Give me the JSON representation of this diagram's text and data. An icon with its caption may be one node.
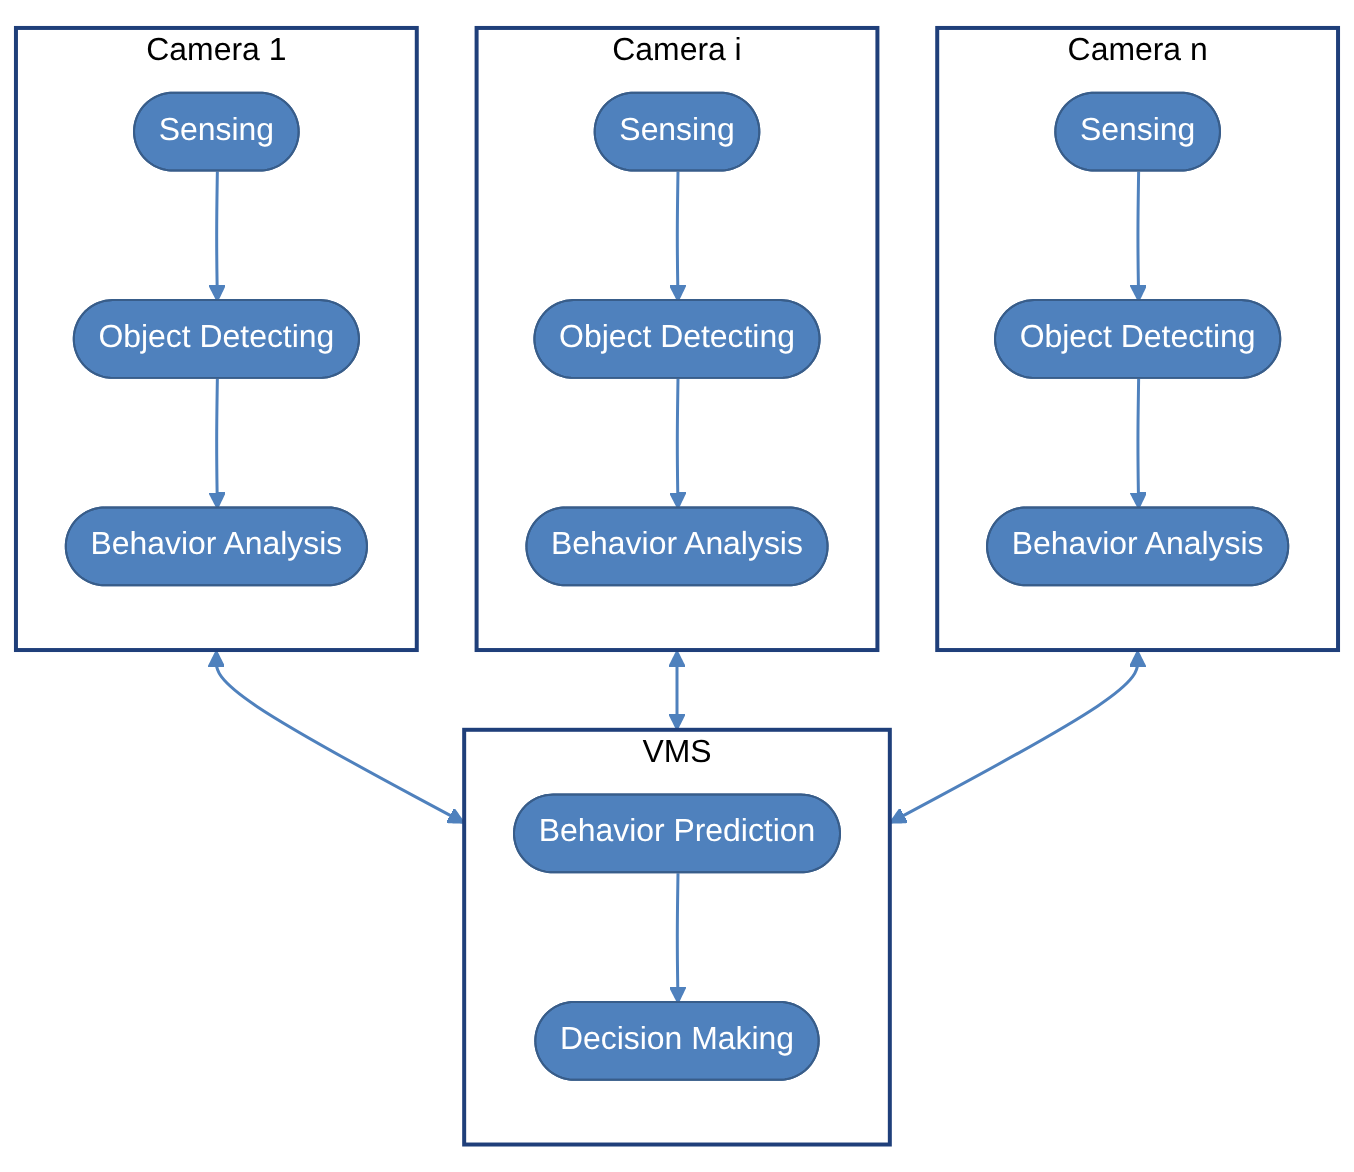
{
  "diagram": {
    "nodes": [
      {
        "text": [
          "Camera 1"
        ]
      },
      {
        "text": [
          "Sensing"
        ],
        "in": 0
      },
      {
        "text": [
          "Object Detecting"
        ],
        "in": 0
      },
      {
        "text": [
          "Behavior Analysis"
        ],
        "in": 0
      },
      {
        "text": [
          "Camera i"
        ]
      },
      {
        "text": [
          "Sensing"
        ],
        "in": 4
      },
      {
        "text": [
          "Object Detecting"
        ],
        "in": 4
      },
      {
        "text": [
          "Behavior Analysis"
        ],
        "in": 4
      },
      {
        "text": [
          "Camera n"
        ]
      },
      {
        "text": [
          "Sensing"
        ],
        "in": 8
      },
      {
        "text": [
          "Object Detecting"
        ],
        "in": 8
      },
      {
        "text": [
          "Behavior Analysis"
        ],
        "in": 8
      },
      {
        "text": [
          "VMS"
        ]
      },
      {
        "text": [
          "Behavior Prediction"
        ],
        "in": 12
      },
      {
        "text": [
          "Decision Making"
        ],
        "in": 12
      }
    ],
    "edges": [
      {
        "from": 1,
        "to": 2,
        "arrow": "to"
      },
      {
        "from": 2,
        "to": 3,
        "arrow": "to"
      },
      {
        "from": 5,
        "to": 6,
        "arrow": "to"
      },
      {
        "from": 6,
        "to": 7,
        "arrow": "to"
      },
      {
        "from": 9,
        "to": 10,
        "arrow": "to"
      },
      {
        "from": 10,
        "to": 11,
        "arrow": "to"
      },
      {
        "from": 0,
        "to": 12,
        "arrow": "both"
      },
      {
        "from": 4,
        "to": 12,
        "arrow": "both"
      },
      {
        "from": 8,
        "to": 12,
        "arrow": "both"
      },
      {
        "from": 13,
        "to": 14,
        "arrow": "to"
      }
    ]
  }
}
